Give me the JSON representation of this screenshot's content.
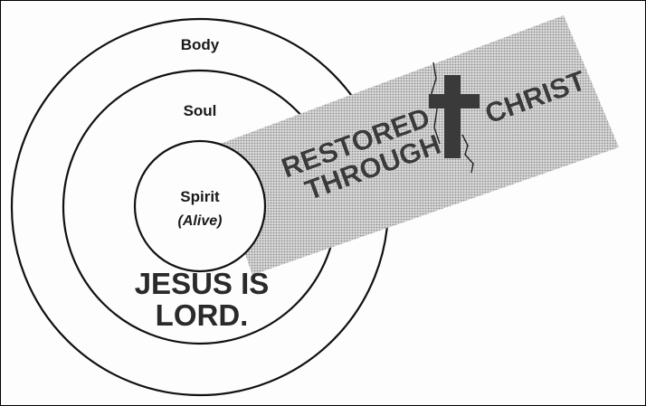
{
  "diagram": {
    "rings": {
      "outer": "Body",
      "middle": "Soul",
      "inner": "Spirit",
      "inner_note": "(Alive)"
    },
    "declaration": {
      "line1": "JESUS IS",
      "line2": "LORD."
    },
    "band": {
      "line1": "RESTORED",
      "line2": "THROUGH",
      "end_word": "CHRIST"
    },
    "icons": [
      "cross-icon"
    ]
  }
}
